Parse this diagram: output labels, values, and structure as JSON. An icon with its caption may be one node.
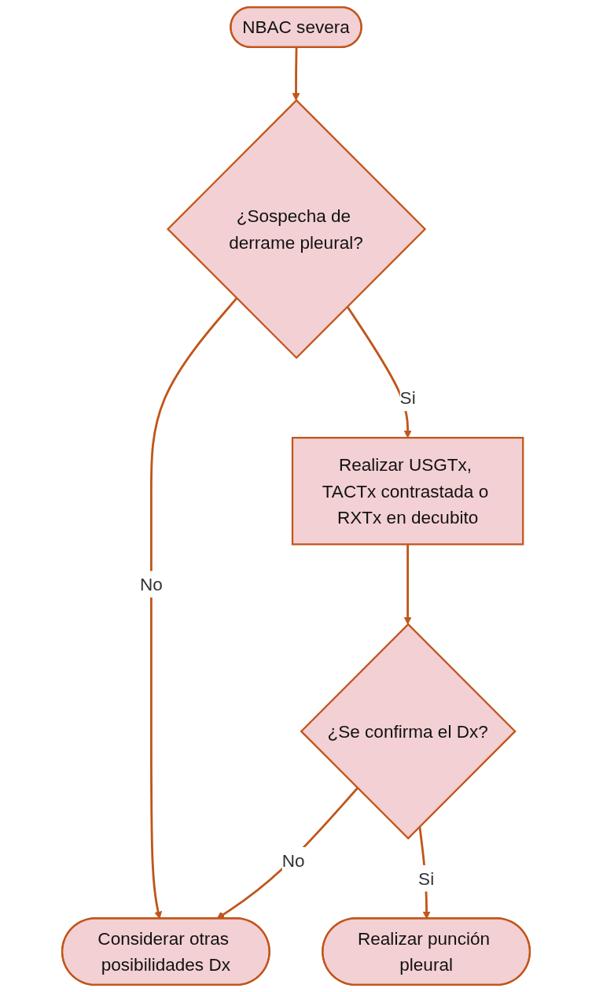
{
  "diagram": {
    "nodes": [
      {
        "text": [
          "NBAC severa"
        ]
      },
      {
        "text": [
          "¿Sospecha de derrame pleural?"
        ]
      },
      {
        "text": [
          "Considerar otras posibilidades Dx"
        ]
      },
      {
        "text": [
          "Realizar USGTx, TACTx contrastada o RXTx en decubito"
        ]
      },
      {
        "text": [
          "¿Se confirma el Dx?"
        ]
      },
      {
        "text": [
          "Realizar punción pleural"
        ]
      }
    ],
    "edges": [
      {
        "from": 0,
        "to": 1,
        "arrow": "to"
      },
      {
        "from": 1,
        "to": 2,
        "arrow": "to",
        "label": "No"
      },
      {
        "from": 1,
        "to": 3,
        "arrow": "to",
        "label": "Si"
      },
      {
        "from": 3,
        "to": 4,
        "arrow": "to"
      },
      {
        "from": 4,
        "to": 2,
        "arrow": "to",
        "label": "No"
      },
      {
        "from": 4,
        "to": 5,
        "arrow": "to",
        "label": "Si"
      }
    ]
  }
}
